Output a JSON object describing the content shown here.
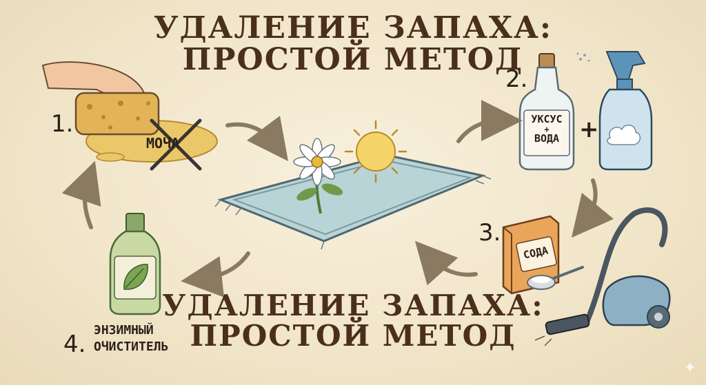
{
  "title": {
    "line1": "УДАЛЕНИЕ ЗАПАХА:",
    "line2": "ПРОСТОЙ МЕТОД"
  },
  "title_repeat": {
    "line1": "УДАЛЕНИЕ ЗАПАХА:",
    "line2": "ПРОСТОЙ МЕТОД"
  },
  "steps": [
    {
      "number": "1.",
      "label": "МОЧА"
    },
    {
      "number": "2.",
      "bottle_label_line1": "УКСУС",
      "bottle_label_plus": "+",
      "bottle_label_line2": "ВОДА",
      "plus": "+"
    },
    {
      "number": "3.",
      "box_label": "СОДА"
    },
    {
      "number": "4.",
      "label_line1": "ЭНЗИМНЫЙ",
      "label_line2": "ОЧИСТИТЕЛЬ"
    }
  ],
  "colors": {
    "ink": "#4a2f1c",
    "arrow": "#8a7a62",
    "rug": "#b9d4d6",
    "urine": "#eac86a",
    "sponge": "#e2b457"
  }
}
